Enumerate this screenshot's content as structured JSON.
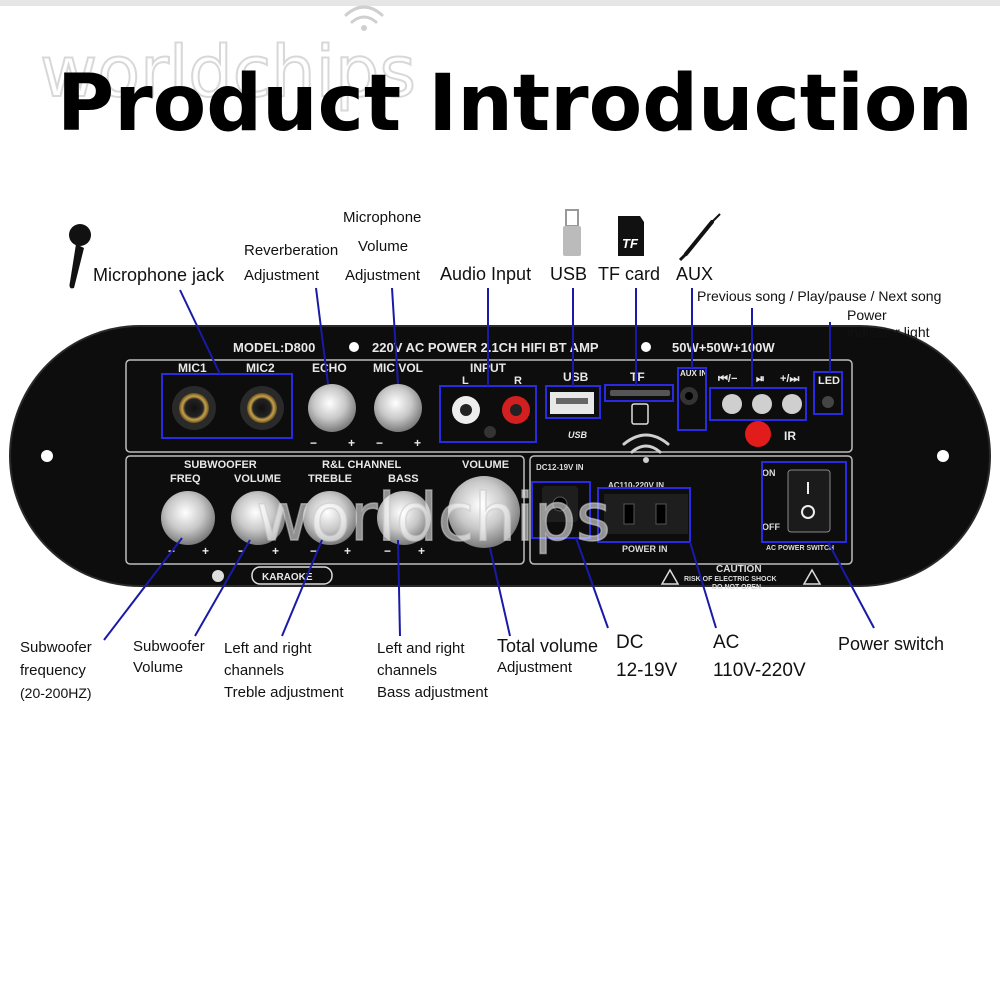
{
  "title": "Product Introduction",
  "watermark": "worldchips",
  "panel": {
    "model": "MODEL:D800",
    "spec": "220V AC POWER 2.1CH HIFI BT AMP",
    "power": "50W+50W+100W",
    "mic1": "MIC1",
    "mic2": "MIC2",
    "echo": "ECHO",
    "mic_vol": "MIC VOL",
    "input": "INPUT",
    "input_l": "L",
    "input_r": "R",
    "usb": "USB",
    "usb_logo": "USB",
    "tf": "TF",
    "aux": "AUX IN",
    "prev": "⏮/−",
    "play": "⏯",
    "next": "+/⏭",
    "led": "LED",
    "ir": "IR",
    "subwoofer": "SUBWOOFER",
    "rl_channel": "R&L CHANNEL",
    "freq": "FREQ",
    "volume": "VOLUME",
    "treble": "TREBLE",
    "bass": "BASS",
    "main_volume": "VOLUME",
    "karaoke": "KARAOKE",
    "dc_in": "DC12-19V IN",
    "ac_in": "AC110-220V IN",
    "power_in": "POWER IN",
    "on": "ON",
    "off": "OFF",
    "switch": "AC POWER SWITCH",
    "caution": "CAUTION",
    "caution_1": "RISK OF ELECTRIC SHOCK",
    "caution_2": "DO NOT OPEN",
    "minus": "−",
    "plus": "+"
  },
  "icons": {
    "mic": "microphone-icon",
    "usb": "usb-drive-icon",
    "tf": "tf-card-icon",
    "aux": "aux-plug-icon",
    "wifi": "wifi-icon"
  },
  "labels": {
    "mic_jack": "Microphone jack",
    "reverb_1": "Reverberation",
    "reverb_2": "Adjustment",
    "micvol_1": "Microphone",
    "micvol_2": "Volume",
    "micvol_3": "Adjustment",
    "audio_input": "Audio Input",
    "usb": "USB",
    "tf_card": "TF card",
    "aux": "AUX",
    "song_ctrl": "Previous song / Play/pause / Next song",
    "power_led_1": "Power",
    "power_led_2": "indicator light",
    "sub_freq_1": "Subwoofer",
    "sub_freq_2": "frequency",
    "sub_freq_3": "(20-200HZ)",
    "sub_vol_1": "Subwoofer",
    "sub_vol_2": "Volume",
    "treble_1": "Left and right",
    "treble_2": "channels",
    "treble_3": "Treble adjustment",
    "bass_1": "Left and right",
    "bass_2": "channels",
    "bass_3": "Bass adjustment",
    "total_1": "Total volume",
    "total_2": "Adjustment",
    "dc_1": "DC",
    "dc_2": "12-19V",
    "ac_1": "AC",
    "ac_2": "110V-220V",
    "power_switch": "Power switch"
  }
}
